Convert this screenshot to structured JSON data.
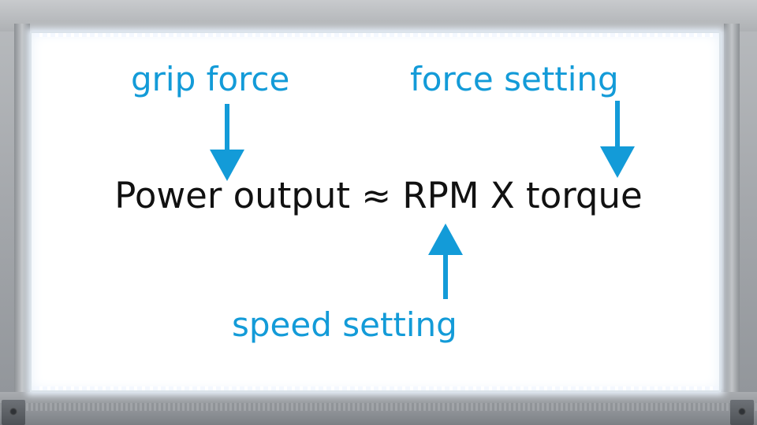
{
  "equation": "Power output ≈ RPM X torque",
  "labels": {
    "grip": "grip force",
    "force": "force setting",
    "speed": "speed setting"
  },
  "colors": {
    "accent": "#139bd8",
    "text": "#111111",
    "panel": "#ffffff"
  }
}
